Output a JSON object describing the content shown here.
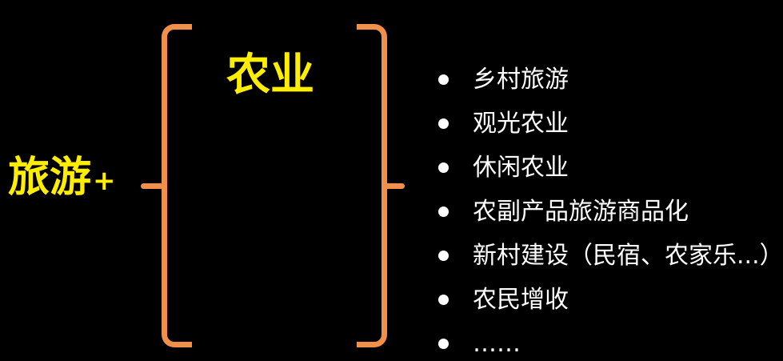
{
  "slide": {
    "background_color": "#000000",
    "accent_orange": "#F0904A",
    "highlight_yellow": "#FFEE00",
    "text_white": "#FFFFFF"
  },
  "left_label": {
    "term": "旅游",
    "plus": "+"
  },
  "center": {
    "heading": "农业"
  },
  "bullets": {
    "items": [
      {
        "label": "乡村旅游"
      },
      {
        "label": "观光农业"
      },
      {
        "label": "休闲农业"
      },
      {
        "label": "农副产品旅游商品化"
      },
      {
        "label": "新村建设（民宿、农家乐...）"
      },
      {
        "label": "农民增收"
      },
      {
        "label": "……"
      }
    ]
  }
}
